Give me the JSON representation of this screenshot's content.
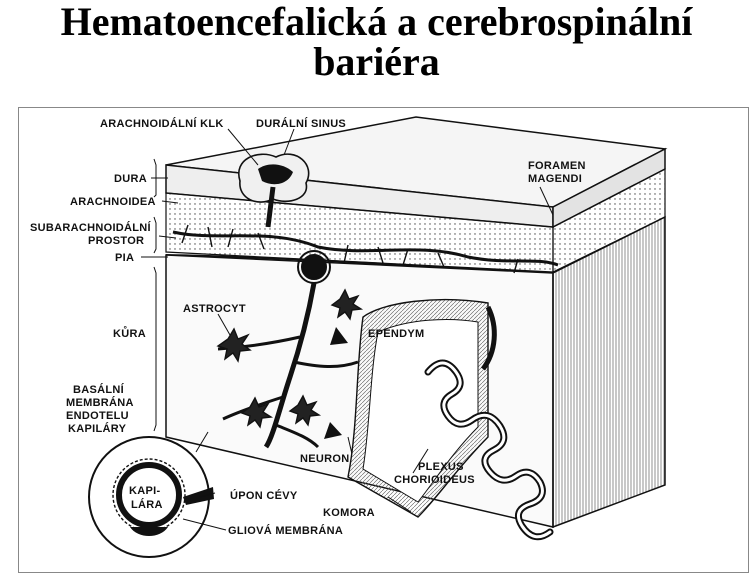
{
  "title_line1": "Hematoencefalická a cerebrospinální",
  "title_line2": "bariéra",
  "labels": {
    "arachnoid_villus": "ARACHNOIDÁLNÍ KLK",
    "dural_sinus": "DURÁLNÍ SINUS",
    "dura": "DURA",
    "arachnoid": "ARACHNOIDEA",
    "subarachnoid_line1": "SUBARACHNOIDÁLNÍ",
    "subarachnoid_line2": "PROSTOR",
    "pia": "PIA",
    "foramen_line1": "FORAMEN",
    "foramen_line2": "MAGENDI",
    "astrocyte": "ASTROCYT",
    "cortex": "KŮRA",
    "ependyma": "EPENDYM",
    "basal_line1": "BASÁLNÍ",
    "basal_line2": "MEMBRÁNA",
    "basal_line3": "ENDOTELU",
    "basal_line4": "KAPILÁRY",
    "neuron": "NEURON",
    "plexus_line1": "PLEXUS",
    "plexus_line2": "CHORIOIDEUS",
    "capillary_line1": "KAPI-",
    "capillary_line2": "LÁRA",
    "foot_process": "ÚPON CÉVY",
    "ventricle": "KOMORA",
    "glial_membrane": "GLIOVÁ MEMBRÁNA"
  },
  "colors": {
    "ink": "#111111",
    "paper": "#ffffff",
    "shade": "#d9d9d9"
  }
}
